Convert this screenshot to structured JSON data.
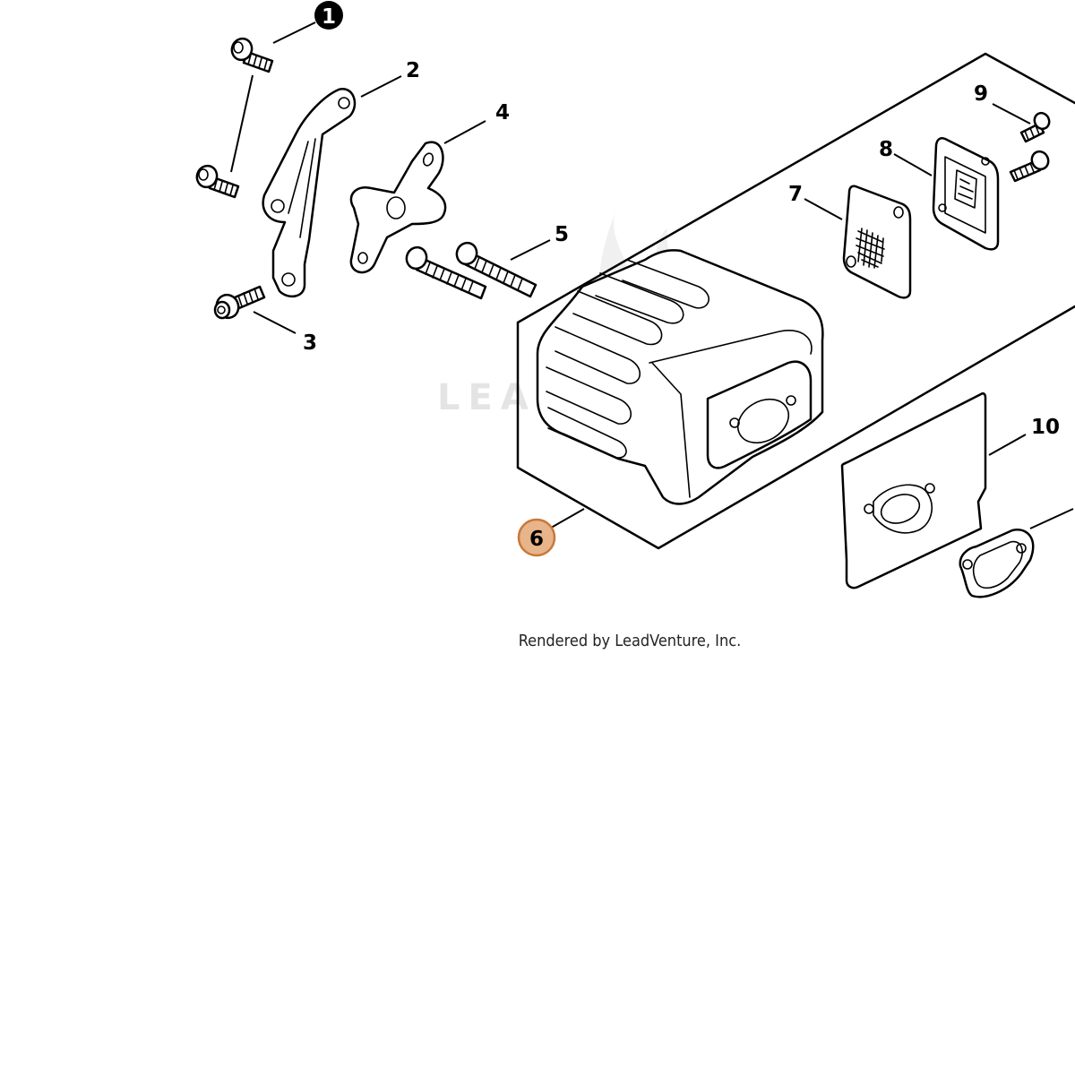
{
  "watermark": "LEADVENTURE",
  "credit": "Rendered by LeadVenture, Inc.",
  "highlight_color": "#e8b48a",
  "highlight_stroke": "#c8793a",
  "callouts": [
    {
      "number": "1",
      "style": "filled"
    },
    {
      "number": "2"
    },
    {
      "number": "3"
    },
    {
      "number": "4"
    },
    {
      "number": "5"
    },
    {
      "number": "6",
      "highlighted": true
    },
    {
      "number": "7"
    },
    {
      "number": "8"
    },
    {
      "number": "9"
    },
    {
      "number": "10"
    }
  ]
}
